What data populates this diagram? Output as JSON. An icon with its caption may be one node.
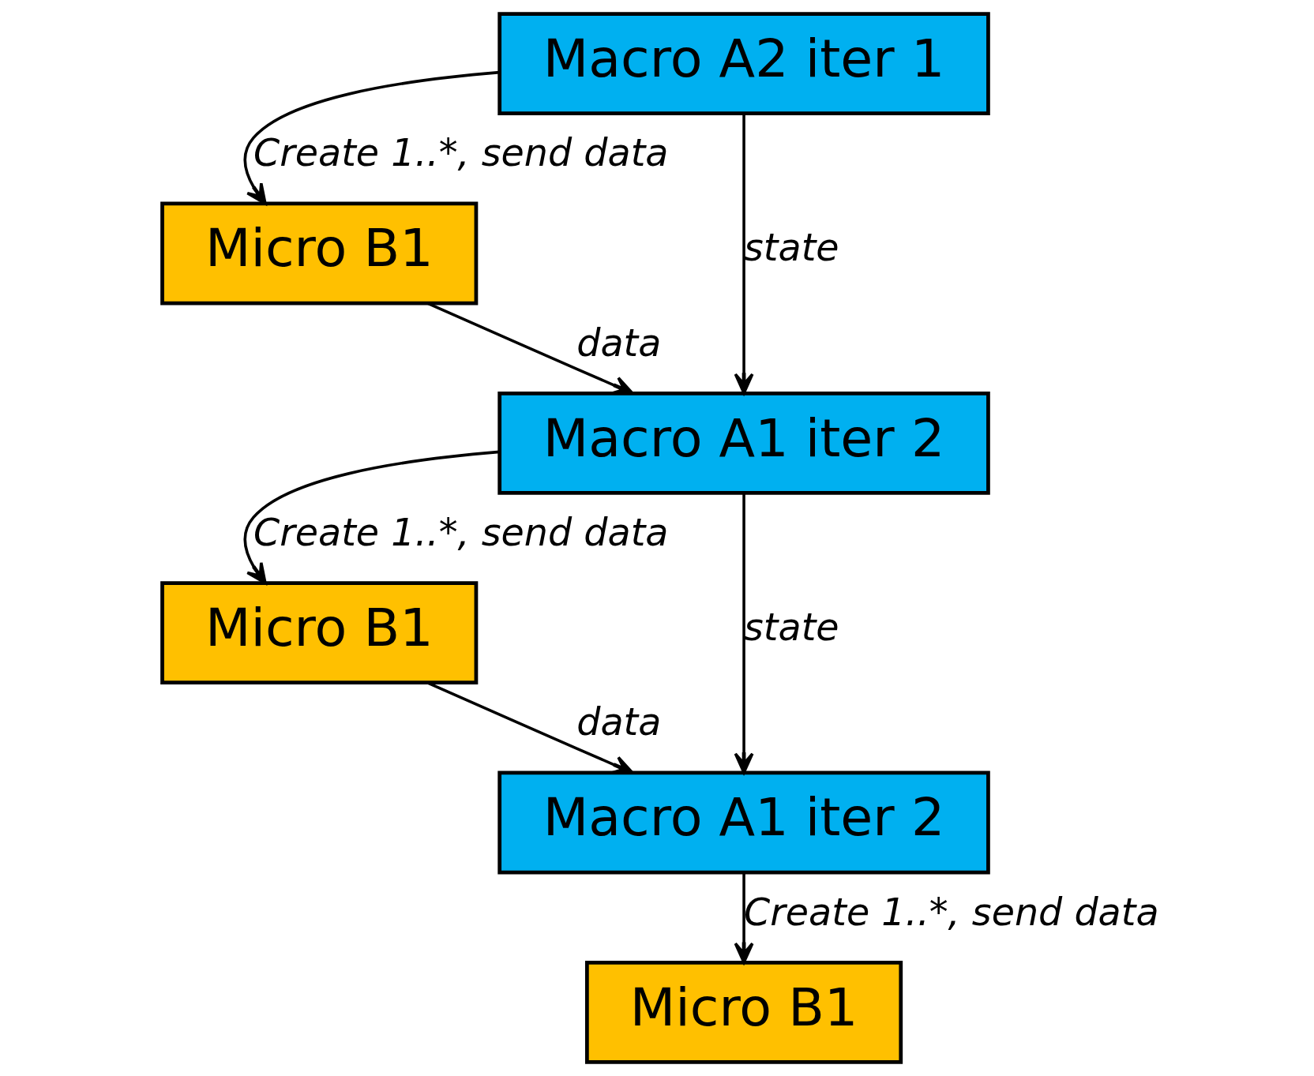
{
  "diagram": {
    "nodes": [
      {
        "text": [
          "Macro A2 iter 1"
        ]
      },
      {
        "text": [
          "Micro B1"
        ]
      },
      {
        "text": [
          "Macro A1 iter 2"
        ]
      },
      {
        "text": [
          "Micro B1"
        ]
      },
      {
        "text": [
          "Macro A1 iter 2"
        ]
      },
      {
        "text": [
          "Micro B1"
        ]
      }
    ],
    "edges": [
      {
        "from": 0,
        "to": 1,
        "arrow": "to",
        "label": "Create 1..*, send data"
      },
      {
        "from": 0,
        "to": 2,
        "arrow": "to",
        "label": "state"
      },
      {
        "from": 1,
        "to": 2,
        "arrow": "to",
        "label": "data"
      },
      {
        "from": 2,
        "to": 3,
        "arrow": "to",
        "label": "Create 1..*, send data"
      },
      {
        "from": 2,
        "to": 4,
        "arrow": "to",
        "label": "state"
      },
      {
        "from": 3,
        "to": 4,
        "arrow": "to",
        "label": "data"
      },
      {
        "from": 4,
        "to": 5,
        "arrow": "to",
        "label": "Create 1..*, send data"
      }
    ]
  }
}
